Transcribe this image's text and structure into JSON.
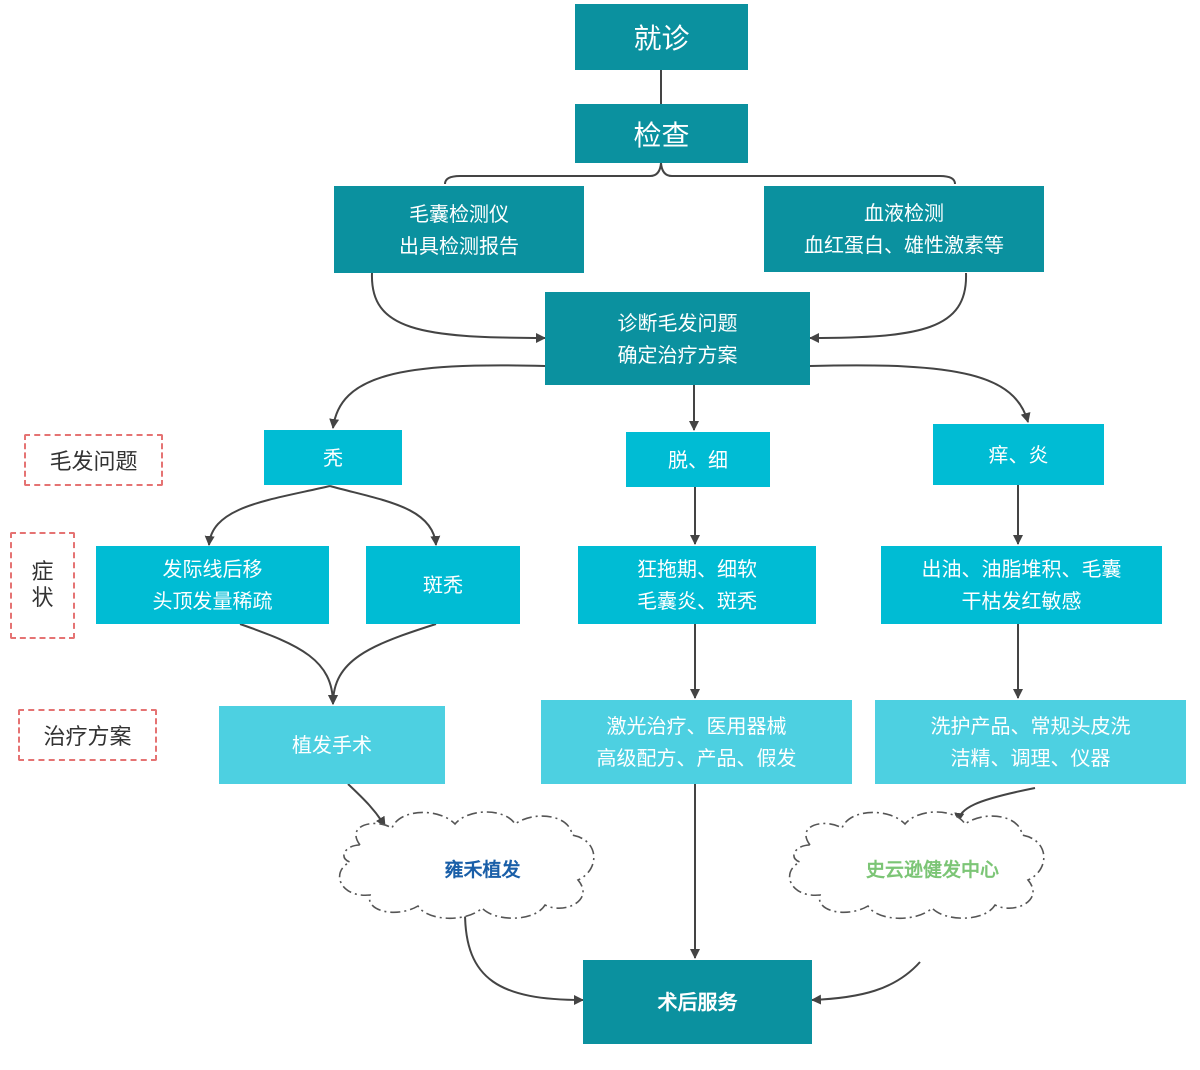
{
  "nodes": {
    "visit": "就诊",
    "exam": "检查",
    "follicle_test": [
      "毛囊检测仪",
      "出具检测报告"
    ],
    "blood_test": [
      "血液检测",
      "血红蛋白、雄性激素等"
    ],
    "diagnose": [
      "诊断毛发问题",
      "确定治疗方案"
    ],
    "bald": "秃",
    "hair_loss": "脱、细",
    "itch": "痒、炎",
    "sym_hairline": [
      "发际线后移",
      "头顶发量稀疏"
    ],
    "sym_patchy": "斑秃",
    "sym_loss": [
      "狂拖期、细软",
      "毛囊炎、斑秃"
    ],
    "sym_oil": [
      "出油、油脂堆积、毛囊",
      "干枯发红敏感"
    ],
    "plan_transplant": "植发手术",
    "plan_laser": [
      "激光治疗、医用器械",
      "高级配方、产品、假发"
    ],
    "plan_care": [
      "洗护产品、常规头皮洗",
      "洁精、调理、仪器"
    ],
    "cloud_left": "雍禾植发",
    "cloud_right": "史云逊健发中心",
    "aftercare": "术后服务"
  },
  "side_labels": {
    "problem": "毛发问题",
    "symptom": [
      "症",
      "状"
    ],
    "plan": "治疗方案"
  },
  "colors": {
    "dark": "#0b919f",
    "mid": "#00bcd4",
    "light": "#4dd0e1",
    "cloud_left_text": "#1a5fa8",
    "cloud_right_text": "#7cc576",
    "side_border": "#e57373",
    "connector": "#444444"
  }
}
